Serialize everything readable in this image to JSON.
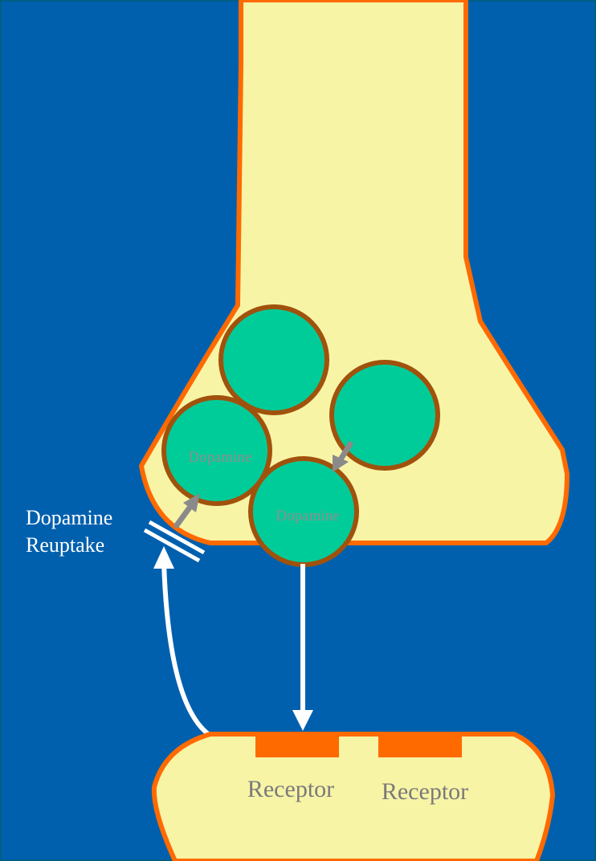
{
  "colors": {
    "background": "#0060ae",
    "border": "#005e84",
    "neuron_fill": "#f7f4a6",
    "membrane": "#ff6a00",
    "vesicle_fill": "#00cc99",
    "vesicle_stroke": "#a0520c",
    "inner_arrow": "#8a8a8a",
    "white_arrow": "#ffffff",
    "receptor": "#ff6a00",
    "receptor_text": "#7a7a7a",
    "vesicle_text": "#8f8f8f"
  },
  "labels": {
    "reuptake_line1": "Dopamine",
    "reuptake_line2": "Reuptake",
    "vesicle_left": "Dopamine",
    "vesicle_bottom": "Dopamine",
    "receptor_left": "Receptor",
    "receptor_right": "Receptor"
  }
}
